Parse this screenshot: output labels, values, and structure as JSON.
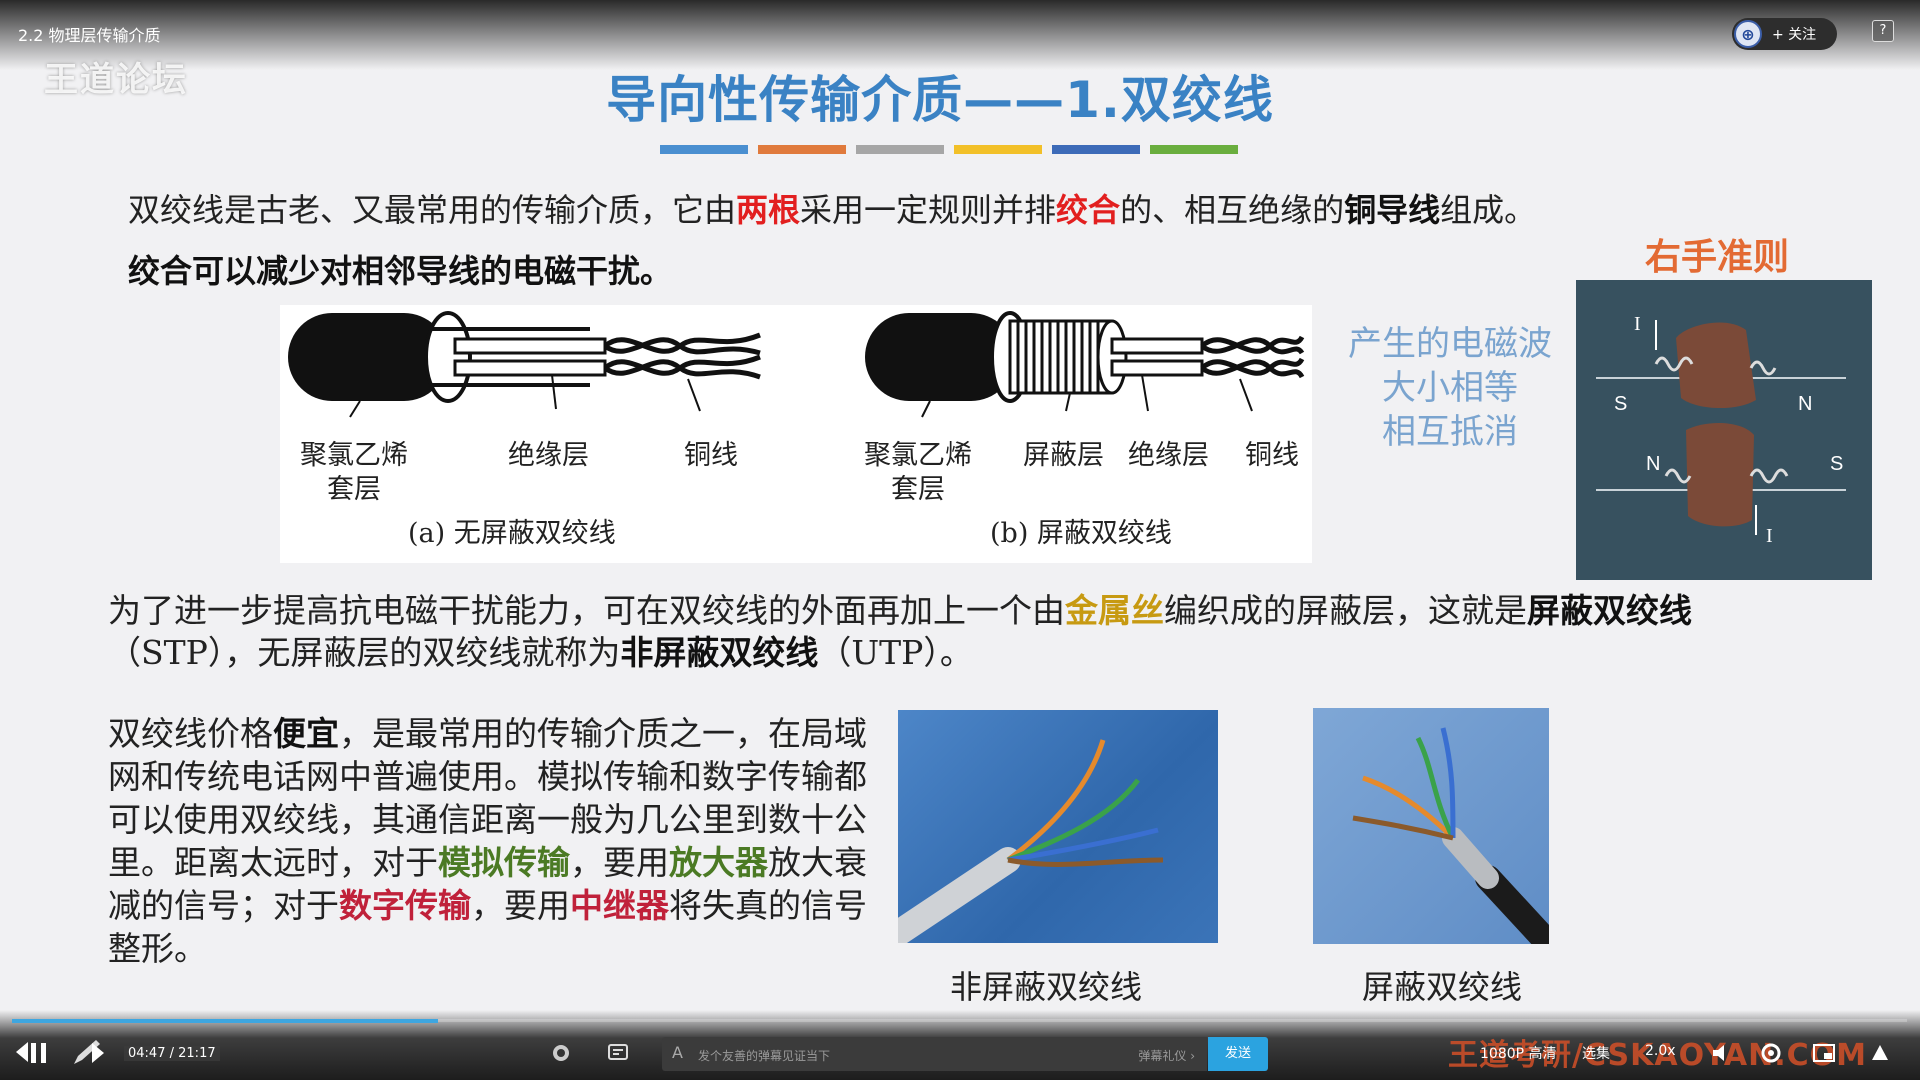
{
  "player": {
    "video_title": "2.2 物理层传输介质",
    "watermark": "王道论坛",
    "follow_label": "+ 关注",
    "help_icon": "?",
    "time_current": "04:47",
    "time_sep": "/",
    "time_total": "21:17",
    "progress_fraction": 0.225,
    "danmaku_placeholder": "发个友善的弹幕见证当下",
    "danmaku_gift": "弹幕礼仪 ›",
    "send_label": "发送",
    "quality_label": "1080P 高清",
    "episodes_label": "选集",
    "speed_label": "2.0x",
    "brand_watermark": "王道考研/CSKAOYAN.COM"
  },
  "slide": {
    "title": "导向性传输介质——1.双绞线",
    "strip_colors": [
      "#4a8fd0",
      "#e07a3c",
      "#a6a6a6",
      "#f2c028",
      "#3d6bb8",
      "#6aae3e"
    ],
    "p1": {
      "a": "双绞线是古老、又最常用的传输介质，它由",
      "b": "两根",
      "c": "采用一定规则并排",
      "d": "绞合",
      "e": "的、相互绝缘的",
      "f": "铜导线",
      "g": "组成。"
    },
    "p2": "绞合可以减少对相邻导线的电磁干扰。",
    "rule_title": "右手准则",
    "em_lines": [
      "产生的电磁波",
      "大小相等",
      "相互抵消"
    ],
    "cable_a": {
      "label1a": "聚氯乙烯",
      "label1b": "套层",
      "label2": "绝缘层",
      "label3": "铜线",
      "caption": "(a) 无屏蔽双绞线"
    },
    "cable_b": {
      "label1a": "聚氯乙烯",
      "label1b": "套层",
      "label2": "屏蔽层",
      "label3": "绝缘层",
      "label4": "铜线",
      "caption": "(b) 屏蔽双绞线"
    },
    "rule_img_labels": {
      "i_top": "I",
      "n_top": "N",
      "s_top": "S",
      "n_bottom": "N",
      "s_bottom": "S",
      "i_bottom": "I"
    },
    "p3": {
      "a": "为了进一步提高抗电磁干扰能力，可在双绞线的外面再加上一个由",
      "b": "金属丝",
      "c": "编织成的屏蔽层，这就是",
      "d": "屏蔽双绞线",
      "e": "（STP），无屏蔽层的双绞线就称为",
      "f": "非屏蔽双绞线",
      "g": "（UTP）。"
    },
    "p4": {
      "a": "双绞线价格",
      "b": "便宜",
      "c": "，是最常用的传输介质之一，在局域网和传统电话网中普遍使用。模拟传输和数字传输都可以使用双绞线，其通信距离一般为几公里到数十公里。距离太远时，对于",
      "d": "模拟传输",
      "e": "，要用",
      "f": "放大器",
      "g": "放大衰减的信号；对于",
      "h": "数字传输",
      "i": "，要用",
      "j": "中继器",
      "k": "将失真的信号整形。"
    },
    "photo1_caption": "非屏蔽双绞线",
    "photo2_caption": "屏蔽双绞线"
  }
}
